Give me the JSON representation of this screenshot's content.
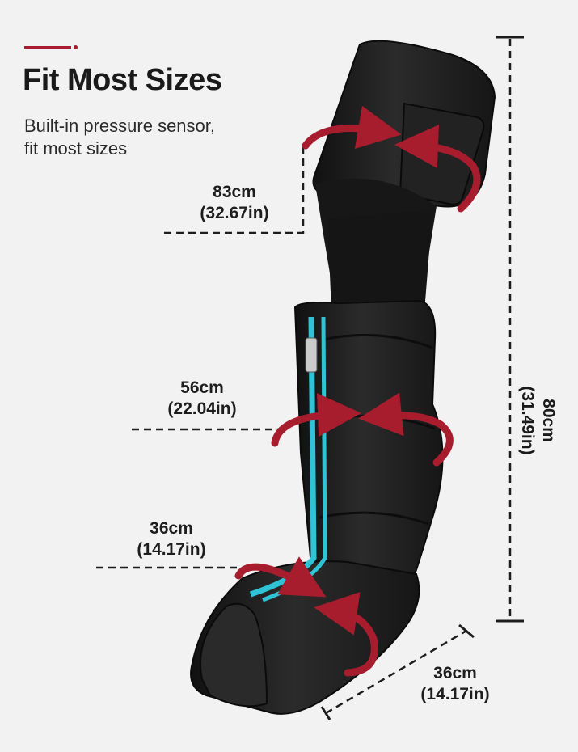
{
  "heading": {
    "title": "Fit Most Sizes",
    "subtitle_lines": [
      "Built-in pressure sensor,",
      "fit most sizes"
    ]
  },
  "measurements": {
    "thigh": {
      "cm": "83cm",
      "in": "(32.67in)"
    },
    "calf": {
      "cm": "56cm",
      "in": "(22.04in)"
    },
    "ankle": {
      "cm": "36cm",
      "in": "(14.17in)"
    },
    "foot": {
      "cm": "36cm",
      "in": "(14.17in)"
    },
    "length": {
      "cm": "80cm",
      "in": "(31.49in)"
    }
  },
  "colors": {
    "background": "#f2f2f2",
    "accent_red": "#a81d2e",
    "sleeve_black": "#1c1c1c",
    "zipper_cyan": "#2ec4d6",
    "text": "#1a1a1a"
  },
  "icons": [
    "pressure-arrow-icon",
    "dimension-line-icon"
  ]
}
